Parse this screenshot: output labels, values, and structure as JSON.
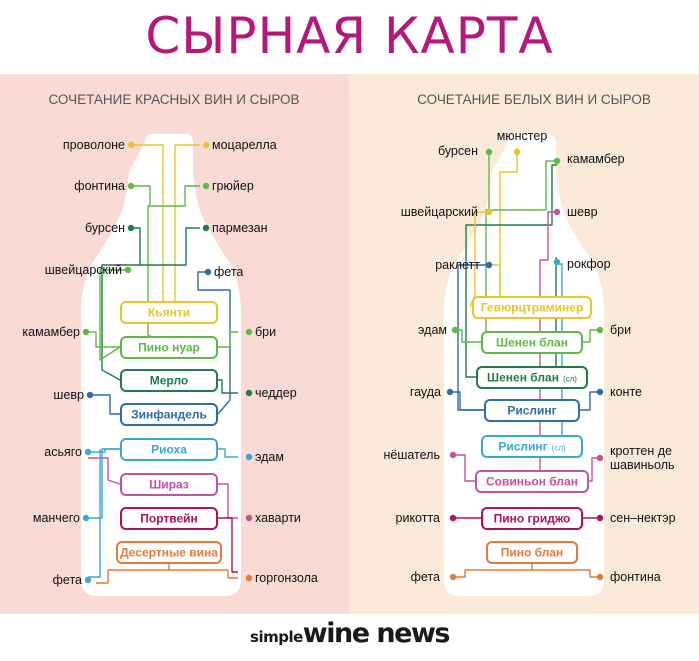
{
  "title": "СЫРНАЯ КАРТА",
  "brand": {
    "simple": "simple",
    "name": "wine news"
  },
  "colors": {
    "title": "#b5177a",
    "left_bg": "#f9dad5",
    "right_bg": "#fbead9",
    "bottle": "#ffffff"
  },
  "red": {
    "heading": "СОЧЕТАНИЕ КРАСНЫХ ВИН И СЫРОВ",
    "wines": [
      {
        "label": "Кьянти",
        "color": "#e8c52c"
      },
      {
        "label": "Пино нуар",
        "color": "#5fba45"
      },
      {
        "label": "Мерло",
        "color": "#1e7d4a"
      },
      {
        "label": "Зинфандель",
        "color": "#2d6da8"
      },
      {
        "label": "Риоха",
        "color": "#3aa8cf"
      },
      {
        "label": "Шираз",
        "color": "#c2559a"
      },
      {
        "label": "Портвейн",
        "color": "#b0125e"
      },
      {
        "label": "Десертные вина",
        "color": "#e07b3c"
      }
    ],
    "cheeses_left": [
      "проволоне",
      "фонтина",
      "бурсен",
      "швейцарский",
      "камамбер",
      "шевр",
      "асьяго",
      "манчего",
      "фета"
    ],
    "cheeses_right": [
      "моцарелла",
      "грюйер",
      "пармезан",
      "фета",
      "бри",
      "чеддер",
      "эдам",
      "хаварти",
      "горгонзола"
    ]
  },
  "white": {
    "heading": "СОЧЕТАНИЕ БЕЛЫХ ВИН И СЫРОВ",
    "wines": [
      {
        "label": "Гевюрцтраминер",
        "note": "",
        "color": "#e8c52c"
      },
      {
        "label": "Шенен блан",
        "note": "",
        "color": "#5fba45"
      },
      {
        "label": "Шенен блан",
        "note": "(сл)",
        "color": "#1e7d4a"
      },
      {
        "label": "Рислинг",
        "note": "",
        "color": "#2d6da8"
      },
      {
        "label": "Рислинг",
        "note": "(сл)",
        "color": "#3aa8cf"
      },
      {
        "label": "Совиньон блан",
        "note": "",
        "color": "#c2559a"
      },
      {
        "label": "Пино гриджо",
        "note": "",
        "color": "#b0125e"
      },
      {
        "label": "Пино блан",
        "note": "",
        "color": "#e07b3c"
      }
    ],
    "cheeses": [
      "мюнстер",
      "бурсен",
      "камамбер",
      "швейцарский",
      "шевр",
      "раклетт",
      "рокфор",
      "эдам",
      "бри",
      "гауда",
      "конте",
      "нёшатель",
      "кроттен де шавиньоль",
      "рикотта",
      "сен–нектэр",
      "фета",
      "фонтина"
    ]
  }
}
